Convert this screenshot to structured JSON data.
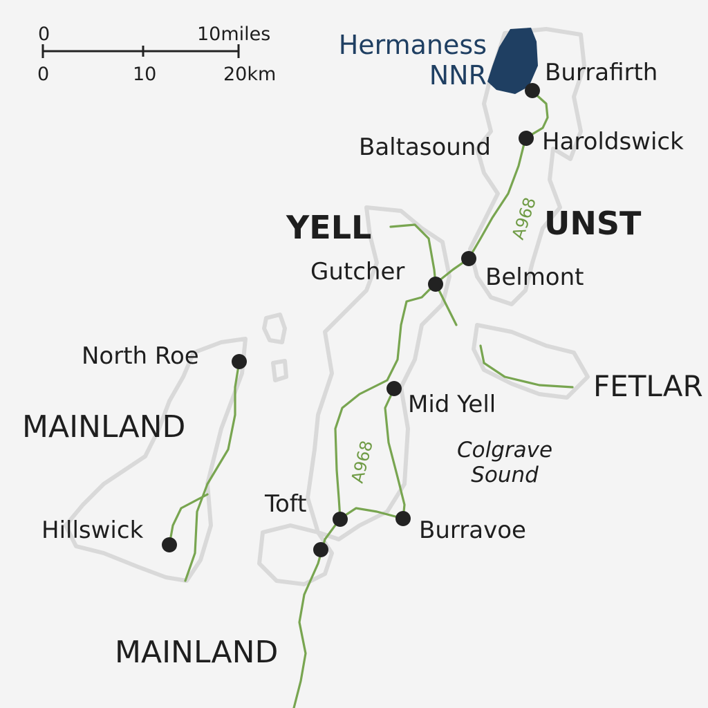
{
  "scale": {
    "miles_zero": "0",
    "miles_max": "10miles",
    "km_zero": "0",
    "km_mid": "10",
    "km_max": "20km"
  },
  "reserve": {
    "name_line1": "Hermaness",
    "name_line2": "NNR",
    "color": "#1f3f62"
  },
  "islands": {
    "unst": "UNST",
    "yell": "YELL",
    "fetlar": "FETLAR",
    "mainland_west": "MAINLAND",
    "mainland_south": "MAINLAND"
  },
  "places": {
    "burrafirth": "Burrafirth",
    "haroldswick": "Haroldswick",
    "baltasound": "Baltasound",
    "belmont": "Belmont",
    "gutcher": "Gutcher",
    "north_roe": "North Roe",
    "mid_yell": "Mid Yell",
    "toft": "Toft",
    "burravoe": "Burravoe",
    "hillswick": "Hillswick"
  },
  "sea": {
    "colgrave_line1": "Colgrave",
    "colgrave_line2": "Sound"
  },
  "roads": {
    "unst_road": "A968",
    "yell_road": "A968",
    "color": "#78a550"
  },
  "colors": {
    "land_outline": "#d6d6d6",
    "town_dot": "#222222",
    "background": "#f4f4f4"
  }
}
